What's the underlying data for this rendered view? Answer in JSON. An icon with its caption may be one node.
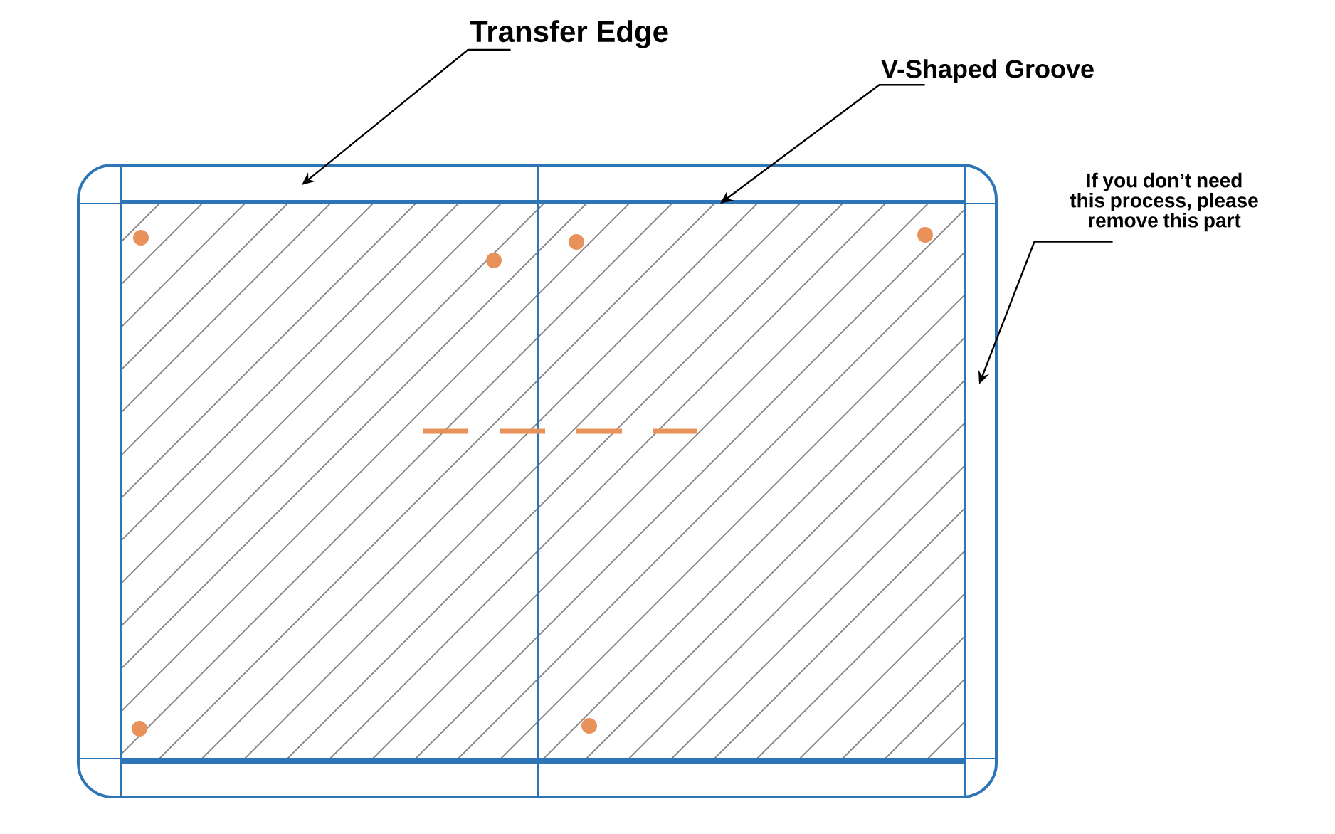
{
  "diagram": {
    "nodes": [
      {
        "text": [
          "Transfer Edge"
        ]
      },
      {
        "text": [
          "V-Shaped Groove"
        ]
      },
      {
        "text": [
          "If you don’t need this process, please remove this part"
        ]
      }
    ],
    "edges": [
      {
        "from": 0,
        "to": null,
        "arrow": "to"
      },
      {
        "from": 1,
        "to": null,
        "arrow": "to"
      },
      {
        "from": 2,
        "to": null,
        "arrow": "to"
      }
    ]
  }
}
